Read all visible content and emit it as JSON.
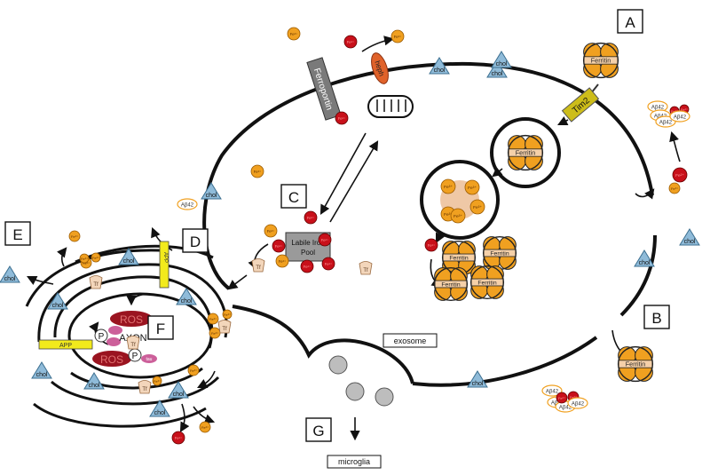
{
  "panels": {
    "a": "A",
    "b": "B",
    "c": "C",
    "d": "D",
    "e": "E",
    "f": "F",
    "g": "G"
  },
  "proteins": {
    "ferroportin": "Ferroportin",
    "heph": "heph",
    "tim2": "Tim2",
    "ferritin": "Ferritin",
    "tf": "Tf",
    "app": "APP"
  },
  "molecules": {
    "fe3": "Fe³⁺",
    "fe2": "Fe²⁺",
    "chol": "chol",
    "abeta": "Aβ42",
    "ros": "ROS",
    "p": "P",
    "tau": "tau"
  },
  "compartments": {
    "lip_line1": "Labile Iron",
    "lip_line2": "Pool",
    "axon": "AXON",
    "exosome": "exosome",
    "microglia": "microglia"
  },
  "colors": {
    "fe3": "#f0a020",
    "fe2": "#c8101a",
    "ferritin_band": "#f5d0a8",
    "chol": "#8fbbd9",
    "app": "#f2ea1c",
    "tim2": "#cdbd1a",
    "heph": "#e0622a",
    "ferroportin": "#7a7a7a",
    "ros": "#9a1420",
    "tau": "#cc5f9a",
    "exosome": "#bdbdbd"
  }
}
